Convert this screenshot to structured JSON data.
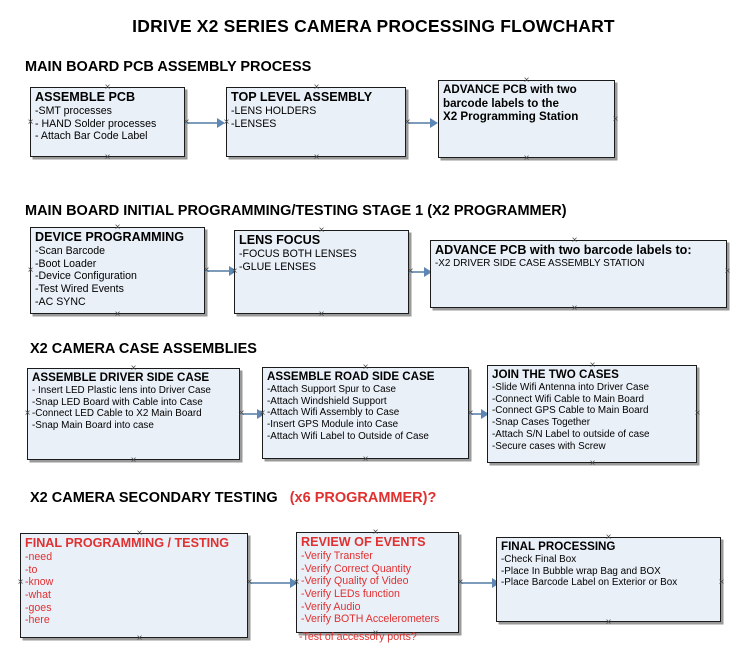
{
  "document": {
    "title": "IDRIVE X2  SERIES CAMERA PROCESSING FLOWCHART"
  },
  "sections": [
    {
      "id": "main-board-pcb-assembly",
      "title": "MAIN BOARD PCB ASSEMBLY PROCESS",
      "title_suffix": "",
      "boxes": [
        {
          "id": "assemble-pcb",
          "heading": "ASSEMBLE PCB",
          "lines": [
            "-SMT processes",
            "- HAND Solder processes",
            "- Attach Bar Code Label"
          ]
        },
        {
          "id": "top-level-assembly",
          "heading": "TOP LEVEL ASSEMBLY",
          "lines": [
            "-LENS HOLDERS",
            "-LENSES"
          ]
        },
        {
          "id": "advance-pcb-to-x2-programming-station",
          "heading": "ADVANCE PCB with two",
          "heading2": "barcode labels to the",
          "heading3": " X2 Programming Station",
          "lines": []
        }
      ]
    },
    {
      "id": "main-board-initial-programming",
      "title": "MAIN BOARD INITIAL PROGRAMMING/TESTING STAGE 1 (X2 PROGRAMMER)",
      "boxes": [
        {
          "id": "device-programming",
          "heading": "DEVICE PROGRAMMING",
          "lines": [
            "-Scan Barcode",
            "-Boot Loader",
            "-Device Configuration",
            "-Test Wired Events",
            "-AC SYNC"
          ]
        },
        {
          "id": "lens-focus",
          "heading": "LENS FOCUS",
          "lines": [
            "-FOCUS BOTH LENSES",
            "-GLUE LENSES"
          ]
        },
        {
          "id": "advance-pcb-to-driver-side-case-station",
          "heading": "ADVANCE PCB with two barcode labels to:",
          "lines": [
            "-X2 DRIVER  SIDE  CASE  ASSEMBLY STATION"
          ]
        }
      ]
    },
    {
      "id": "x2-camera-case-assemblies",
      "title": "X2 CAMERA CASE ASSEMBLIES",
      "boxes": [
        {
          "id": "assemble-driver-side-case",
          "heading": "ASSEMBLE DRIVER SIDE CASE",
          "lines": [
            "- Insert LED Plastic lens into Driver Case",
            "-Snap LED Board with Cable into Case",
            "-Connect LED Cable to X2 Main Board",
            "-Snap Main Board into case"
          ]
        },
        {
          "id": "assemble-road-side-case",
          "heading": "ASSEMBLE ROAD SIDE CASE",
          "lines": [
            "-Attach Support Spur to Case",
            "-Attach Windshield Support",
            "-Attach Wifi Assembly to Case",
            "-Insert GPS Module into Case",
            "-Attach Wifi Label to Outside of Case"
          ]
        },
        {
          "id": "join-the-two-cases",
          "heading": "JOIN THE TWO CASES",
          "lines": [
            "-Slide Wifi Antenna into Driver Case",
            "-Connect Wifi Cable to Main Board",
            "-Connect GPS Cable to Main Board",
            "-Snap Cases Together",
            "-Attach S/N Label to outside of case",
            "-Secure cases with Screw"
          ]
        }
      ]
    },
    {
      "id": "x2-camera-secondary-testing",
      "title": "X2 CAMERA SECONDARY TESTING",
      "title_suffix": "(x6 PROGRAMMER)?",
      "boxes": [
        {
          "id": "final-programming-testing",
          "heading": "FINAL PROGRAMMING / TESTING",
          "lines": [
            "-need",
            "-to",
            "-know",
            "-what",
            "-goes",
            "-here"
          ]
        },
        {
          "id": "review-of-events",
          "heading": "REVIEW OF EVENTS",
          "lines": [
            "-Verify Transfer",
            "-Verify Correct Quantity",
            "-Verify Quality of Video",
            "-Verify LEDs function",
            "-Verify Audio",
            "-Verify BOTH Accelerometers"
          ],
          "overflow_line": "-Test of accessory ports?"
        },
        {
          "id": "final-processing",
          "heading": "FINAL PROCESSING",
          "lines": [
            "-Check Final Box",
            "-Place In Bubble wrap Bag and BOX",
            "-Place Barcode Label on Exterior or Box"
          ]
        }
      ]
    }
  ],
  "colors": {
    "box_fill": "#eaf0f8",
    "box_border": "#1b1b1b",
    "box_shadow": "#9a9a9a",
    "connector": "#7d9cbc",
    "arrow": "#5d87b5",
    "accent_red": "#e03030",
    "text": "#000000",
    "background": "#ffffff"
  }
}
